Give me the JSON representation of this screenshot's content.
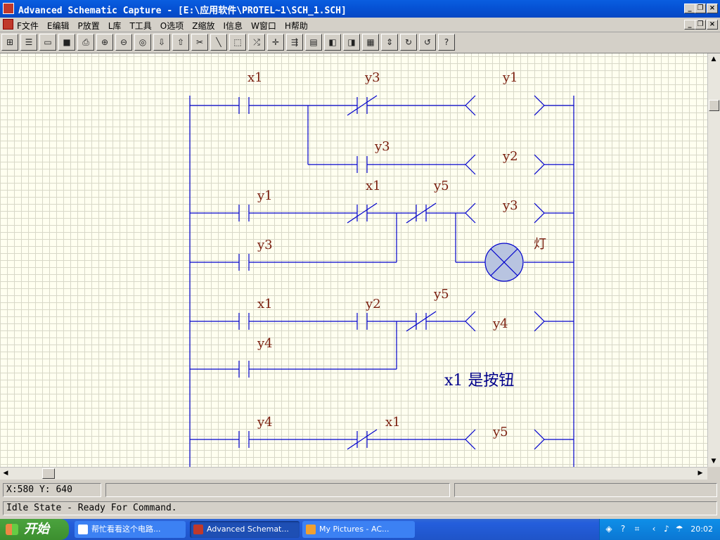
{
  "window": {
    "title": "Advanced Schematic Capture - [E:\\应用软件\\PROTEL~1\\SCH_1.SCH]"
  },
  "menu": {
    "items": [
      "F文件",
      "E编辑",
      "P放置",
      "L库",
      "T工具",
      "O选项",
      "Z缩放",
      "I信息",
      "W窗口",
      "H帮助"
    ]
  },
  "toolbar": {
    "buttons": [
      "design-manager",
      "hierarchy",
      "open",
      "save",
      "print",
      "zoom-in",
      "zoom-out",
      "zoom-fit",
      "move-down",
      "move-up",
      "cut",
      "wire",
      "select",
      "deselect",
      "cross",
      "bus",
      "place-part",
      "library",
      "place-component",
      "grid",
      "align",
      "repeat",
      "undo",
      "help"
    ],
    "help_label": "?"
  },
  "schematic": {
    "labels": {
      "r1_x1": "x1",
      "r1_y3": "y3",
      "r1_y1": "y1",
      "r2_y3": "y3",
      "r2_y2": "y2",
      "r3_y1": "y1",
      "r3_x1": "x1",
      "r3_y5": "y5",
      "r3_y3": "y3",
      "r4_y3": "y3",
      "lamp": "灯",
      "r5_x1": "x1",
      "r5_y2": "y2",
      "r5_y5": "y5",
      "r5_y4": "y4",
      "r6_y4": "y4",
      "note": "x1 是按钮",
      "r7_y4": "y4",
      "r7_x1": "x1",
      "r7_y5": "y5"
    },
    "colors": {
      "wire": "#0000cc",
      "label": "#7a1e0e",
      "note": "#00008b",
      "lamp_fill": "#b8c4e0"
    }
  },
  "status": {
    "coords": "X:580 Y: 640",
    "message": "Idle State - Ready For Command."
  },
  "taskbar": {
    "start_label": "开始",
    "tasks": [
      "帮忙看看这个电路...",
      "Advanced Schemat...",
      "My Pictures - AC..."
    ],
    "clock": "20:02"
  }
}
